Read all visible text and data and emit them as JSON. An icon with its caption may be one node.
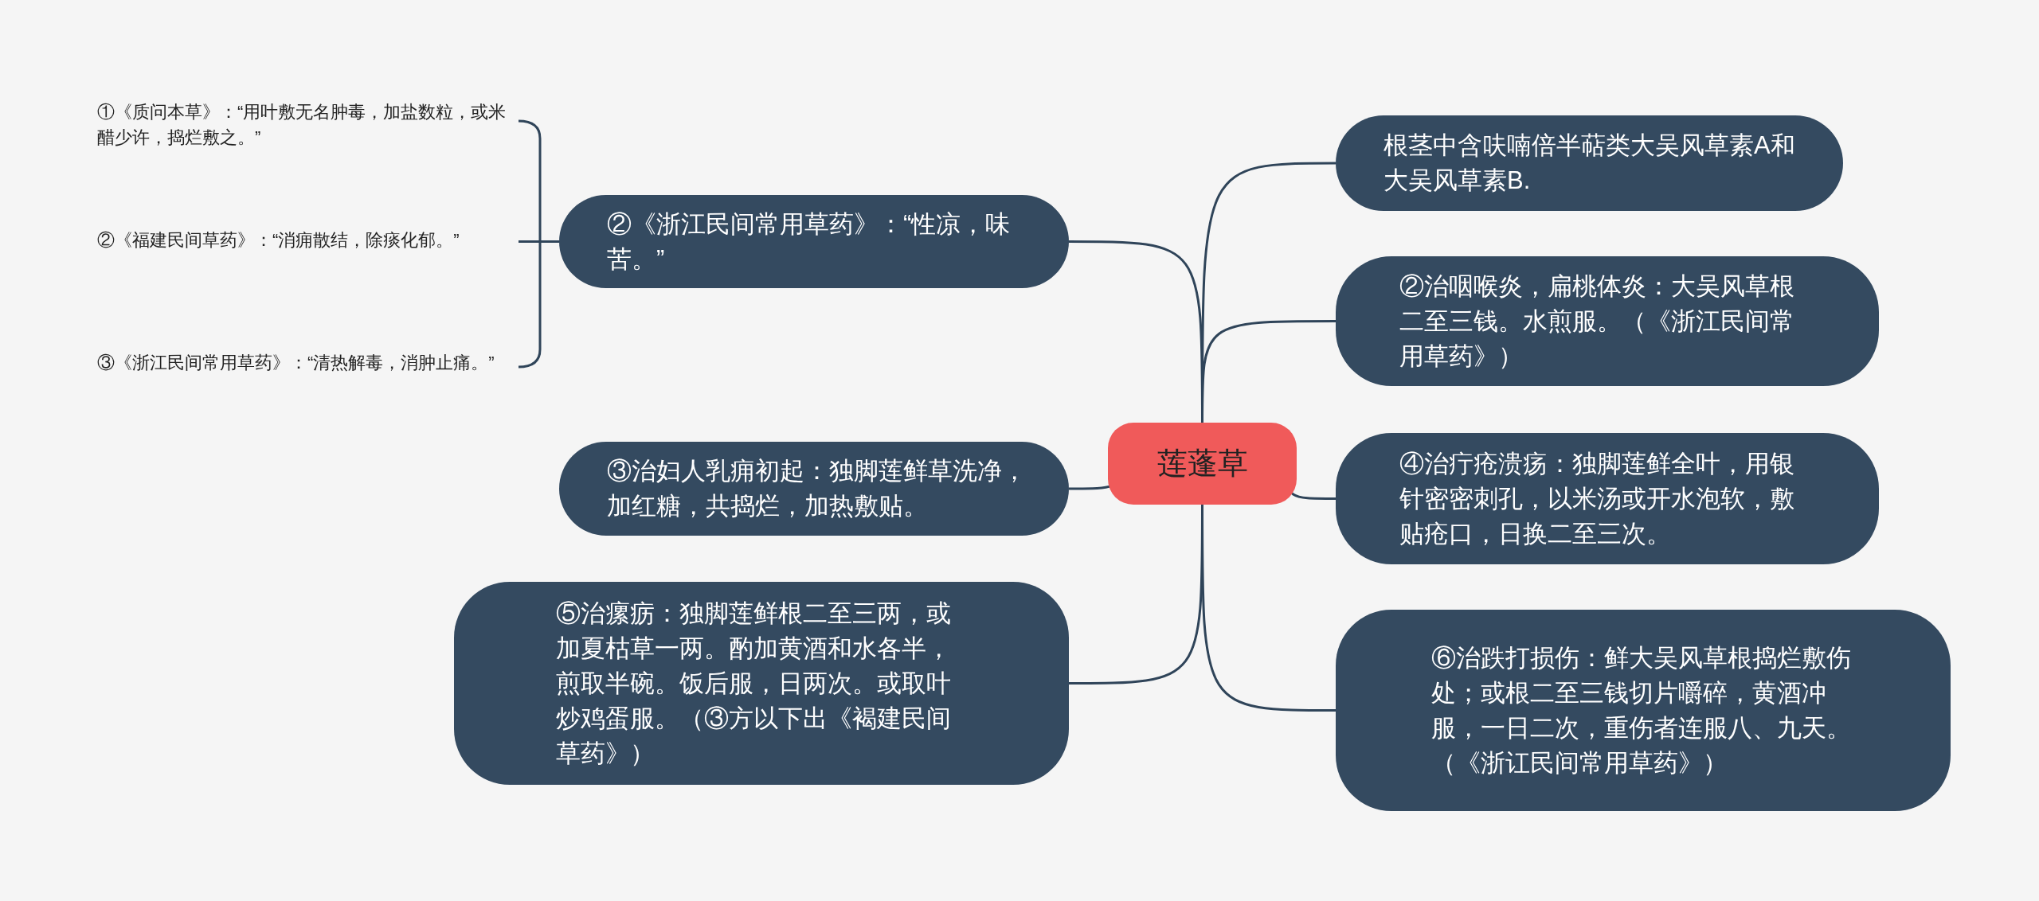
{
  "diagram": {
    "nodes": [
      {
        "text": [
          "莲蓬草"
        ]
      },
      {
        "text": [
          "②《浙江民间常用草药》：“性凉，味苦。”"
        ]
      },
      {
        "text": [
          "①《质问本草》：“用叶敷无名肿毒，加盐数粒，或米醋少许，捣烂敷之。”"
        ]
      },
      {
        "text": [
          "②《福建民间草药》：“消痈散结，除痰化郁。”"
        ]
      },
      {
        "text": [
          "③《浙江民间常用草药》：“清热解毒，消肿止痛。”"
        ]
      },
      {
        "text": [
          "③治妇人乳痈初起：独脚莲鲜草洗净，加红糖，共捣烂，加热敷贴。"
        ]
      },
      {
        "text": [
          "⑤治瘰疬：独脚莲鲜根二至三两，或加夏枯草一两。酌加黄酒和水各半，煎取半碗。饭后服，日两次。或取叶炒鸡蛋服。（③方以下出《褐建民间草药》）"
        ]
      },
      {
        "text": [
          "根茎中含呋喃倍半萜类大吴风草素A和大吴风草素B."
        ]
      },
      {
        "text": [
          "②治咽喉炎，扁桃体炎：大吴风草根二至三钱。水煎服。（《浙江民间常用草药》）"
        ]
      },
      {
        "text": [
          "④治疔疮溃疡：独脚莲鲜全叶，用银针密密刺孔，以米汤或开水泡软，敷贴疮口，日换二至三次。"
        ]
      },
      {
        "text": [
          "⑥治跌打损伤：鲜大吴风草根捣烂敷伤处；或根二至三钱切片嚼碎，黄酒冲服，一日二次，重伤者连服八、九天。（《浙讧民间常用草药》）"
        ]
      }
    ],
    "edges": [
      {
        "from": 0,
        "to": 1,
        "arrow": "none"
      },
      {
        "from": 1,
        "to": 2,
        "arrow": "none"
      },
      {
        "from": 1,
        "to": 3,
        "arrow": "none"
      },
      {
        "from": 1,
        "to": 4,
        "arrow": "none"
      },
      {
        "from": 0,
        "to": 5,
        "arrow": "none"
      },
      {
        "from": 0,
        "to": 6,
        "arrow": "none"
      },
      {
        "from": 0,
        "to": 7,
        "arrow": "none"
      },
      {
        "from": 0,
        "to": 8,
        "arrow": "none"
      },
      {
        "from": 0,
        "to": 9,
        "arrow": "none"
      },
      {
        "from": 0,
        "to": 10,
        "arrow": "none"
      }
    ]
  }
}
